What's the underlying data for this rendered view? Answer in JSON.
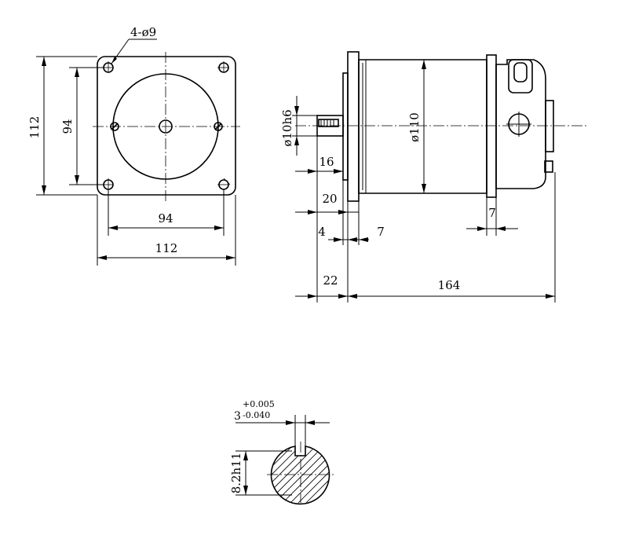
{
  "front_view": {
    "hole_callout": "4-ø9",
    "height_outer": "112",
    "height_pitch": "94",
    "width_pitch": "94",
    "width_outer": "112"
  },
  "side_view": {
    "shaft_diameter": "ø10h6",
    "body_diameter": "ø110",
    "shaft_length": "16",
    "shaft_extension": "20",
    "boss_thickness": "4",
    "flange_thickness": "7",
    "rear_flange_thickness": "7",
    "total_front": "22",
    "body_length": "164"
  },
  "shaft_section": {
    "key_width_nominal": "3",
    "key_tol_upper": "+0.005",
    "key_tol_lower": "-0.040",
    "flat_height": "8.2h11"
  }
}
